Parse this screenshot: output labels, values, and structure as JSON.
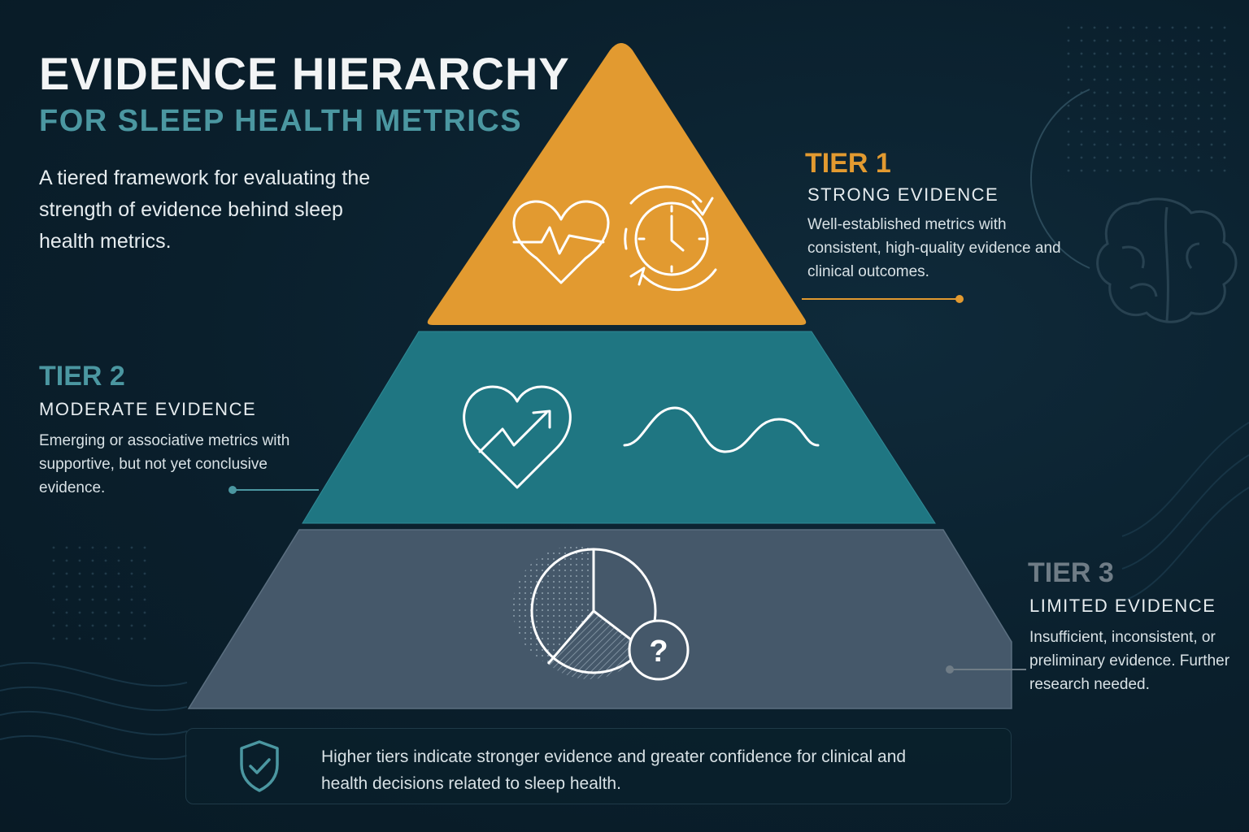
{
  "header": {
    "title": "EVIDENCE HIERARCHY",
    "subtitle": "FOR SLEEP HEALTH METRICS",
    "intro": "A tiered framework for evaluating the strength of evidence behind sleep health metrics."
  },
  "tiers": [
    {
      "label": "TIER 1",
      "name": "STRONG EVIDENCE",
      "description": "Well-established metrics with consistent, high-quality evidence and clinical outcomes.",
      "color": "#e29a30",
      "icons": [
        "heart-pulse-icon",
        "clock-cycle-icon"
      ]
    },
    {
      "label": "TIER 2",
      "name": "MODERATE EVIDENCE",
      "description": "Emerging or associative metrics with supportive, but not yet conclusive evidence.",
      "color": "#1f7682",
      "icons": [
        "heart-trend-icon",
        "wave-icon"
      ]
    },
    {
      "label": "TIER 3",
      "name": "LIMITED EVIDENCE",
      "description": "Insufficient, inconsistent, or preliminary evidence. Further research needed.",
      "color": "#45586a",
      "icons": [
        "pie-question-icon"
      ]
    }
  ],
  "footer": {
    "text": "Higher tiers indicate stronger evidence and greater confidence for clinical and health decisions related to sleep health.",
    "icon": "shield-check-icon"
  },
  "decorations": {
    "background_icon": "brain-icon",
    "question_mark": "?"
  }
}
